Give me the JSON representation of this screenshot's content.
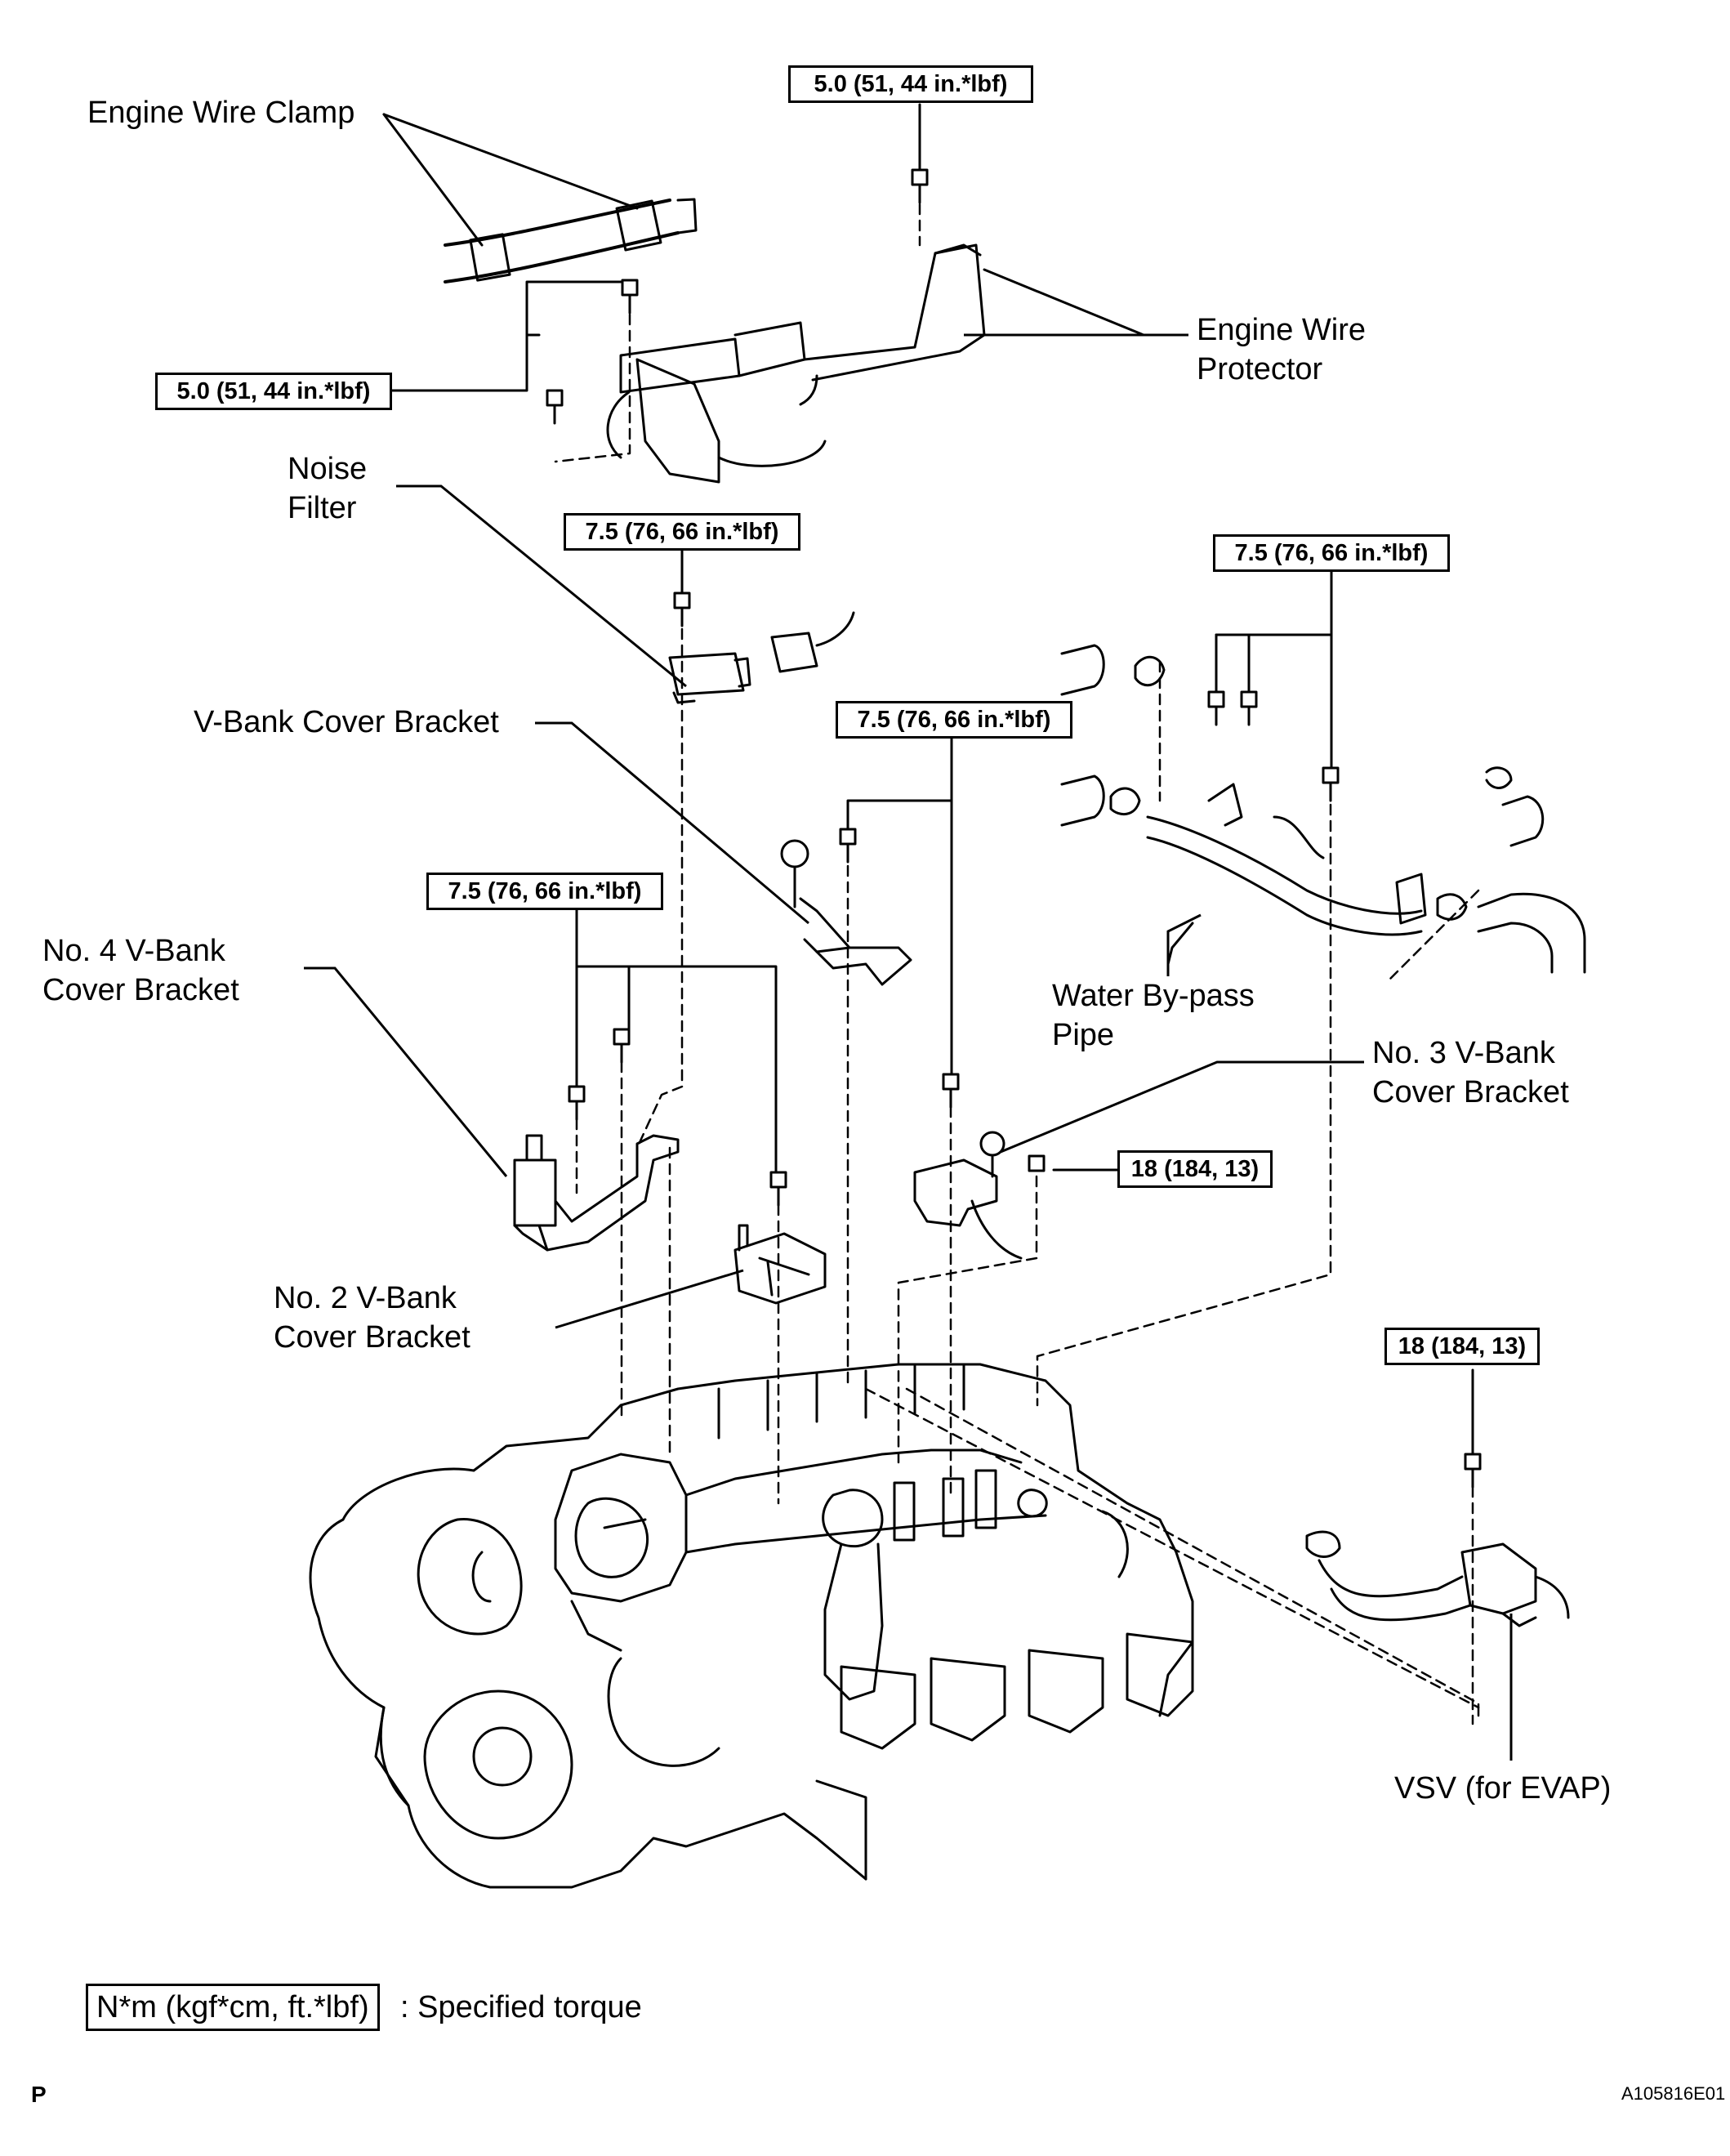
{
  "labels": {
    "engine_wire_clamp": "Engine Wire Clamp",
    "engine_wire_protector_1": "Engine Wire",
    "engine_wire_protector_2": "Protector",
    "noise_filter_1": "Noise",
    "noise_filter_2": "Filter",
    "v_bank_cover_bracket": "V-Bank Cover Bracket",
    "no4_1": "No. 4 V-Bank",
    "no4_2": "Cover Bracket",
    "no2_1": "No. 2 V-Bank",
    "no2_2": "Cover Bracket",
    "no3_1": "No. 3 V-Bank",
    "no3_2": "Cover Bracket",
    "water_bypass_1": "Water By-pass",
    "water_bypass_2": "Pipe",
    "vsv": "VSV (for EVAP)"
  },
  "torques": {
    "t1": "5.0 (51, 44 in.*lbf)",
    "t2": "5.0 (51, 44 in.*lbf)",
    "t3": "7.5 (76, 66 in.*lbf)",
    "t4": "7.5 (76, 66 in.*lbf)",
    "t5": "7.5 (76, 66 in.*lbf)",
    "t6": "7.5 (76, 66 in.*lbf)",
    "t7": "18 (184, 13)",
    "t8": "18 (184, 13)"
  },
  "legend": {
    "box": "N*m (kgf*cm, ft.*lbf)",
    "text": ": Specified torque"
  },
  "footer": {
    "left": "P",
    "right": "A105816E01"
  }
}
